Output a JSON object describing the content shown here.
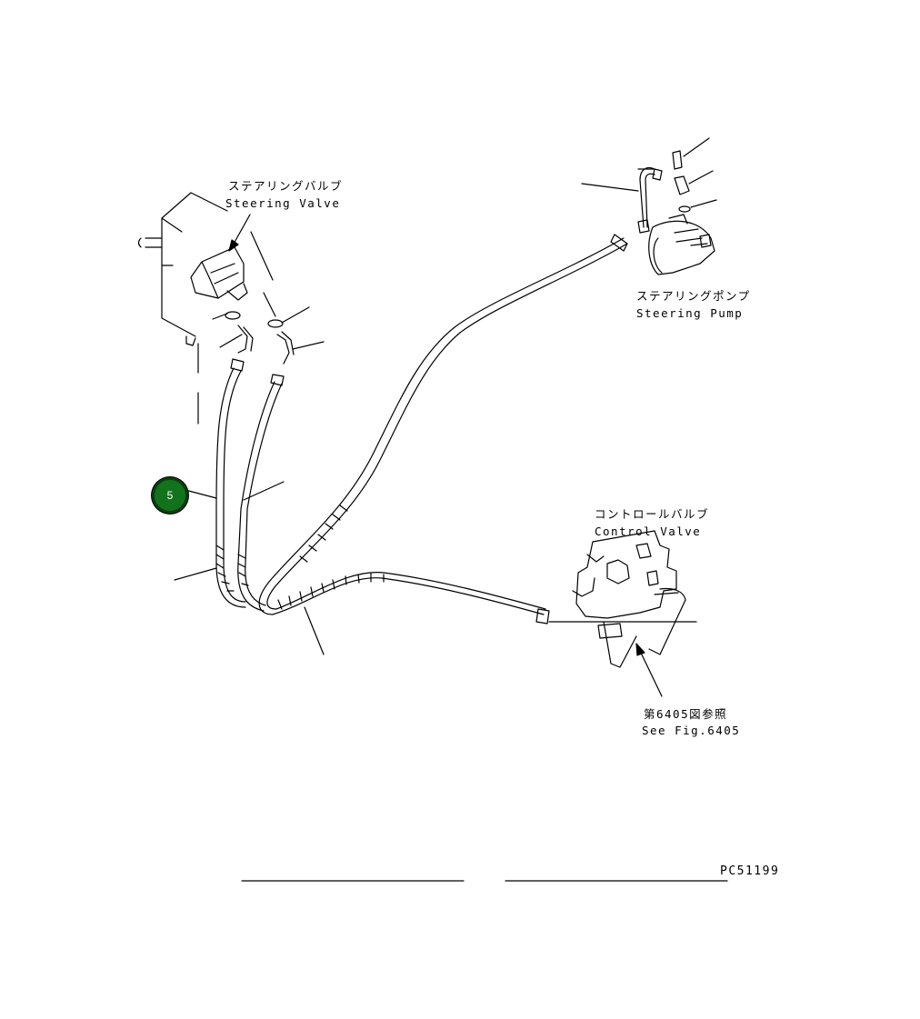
{
  "labels": {
    "steering_valve_jp": "ステアリングバルブ",
    "steering_valve_en": "Steering Valve",
    "steering_pump_jp": "ステアリングポンプ",
    "steering_pump_en": "Steering Pump",
    "control_valve_jp": "コントロールバルブ",
    "control_valve_en": "Control Valve",
    "see_fig_jp": "第6405図参照",
    "see_fig_en": "See Fig.6405"
  },
  "drawing_number": "PC51199",
  "callouts": [
    {
      "number": "5",
      "color": "#12731c"
    }
  ]
}
